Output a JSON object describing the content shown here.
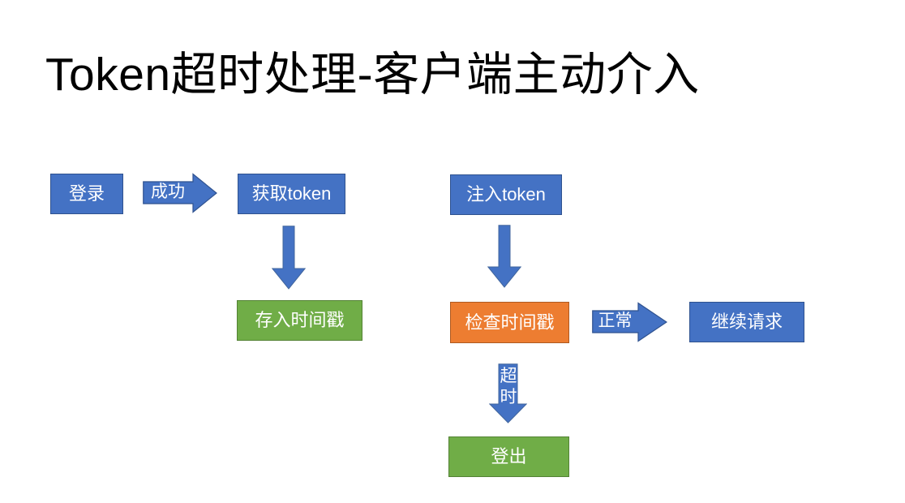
{
  "slide": {
    "title": "Token超时处理-客户端主动介入"
  },
  "diagram": {
    "nodes": [
      {
        "id": "login",
        "label": "登录",
        "color": "blue"
      },
      {
        "id": "get-token",
        "label": "获取token",
        "color": "blue"
      },
      {
        "id": "store-timestamp",
        "label": "存入时间戳",
        "color": "green"
      },
      {
        "id": "inject-token",
        "label": "注入token",
        "color": "blue"
      },
      {
        "id": "check-timestamp",
        "label": "检查时间戳",
        "color": "orange"
      },
      {
        "id": "continue-request",
        "label": "继续请求",
        "color": "blue"
      },
      {
        "id": "logout",
        "label": "登出",
        "color": "green"
      }
    ],
    "edges": [
      {
        "from": "login",
        "to": "get-token",
        "label": "成功"
      },
      {
        "from": "get-token",
        "to": "store-timestamp",
        "label": ""
      },
      {
        "from": "inject-token",
        "to": "check-timestamp",
        "label": ""
      },
      {
        "from": "check-timestamp",
        "to": "continue-request",
        "label": "正常"
      },
      {
        "from": "check-timestamp",
        "to": "logout",
        "label": "超时"
      }
    ],
    "colors": {
      "blue_fill": "#4472C4",
      "blue_border": "#2F528F",
      "green_fill": "#70AD47",
      "green_border": "#548235",
      "orange_fill": "#ED7D31",
      "orange_border": "#AE5A21",
      "arrow_fill": "#4472C4",
      "arrow_border": "#2F528F",
      "title_color": "#000000",
      "node_text_color": "#ffffff",
      "background": "#ffffff"
    }
  }
}
